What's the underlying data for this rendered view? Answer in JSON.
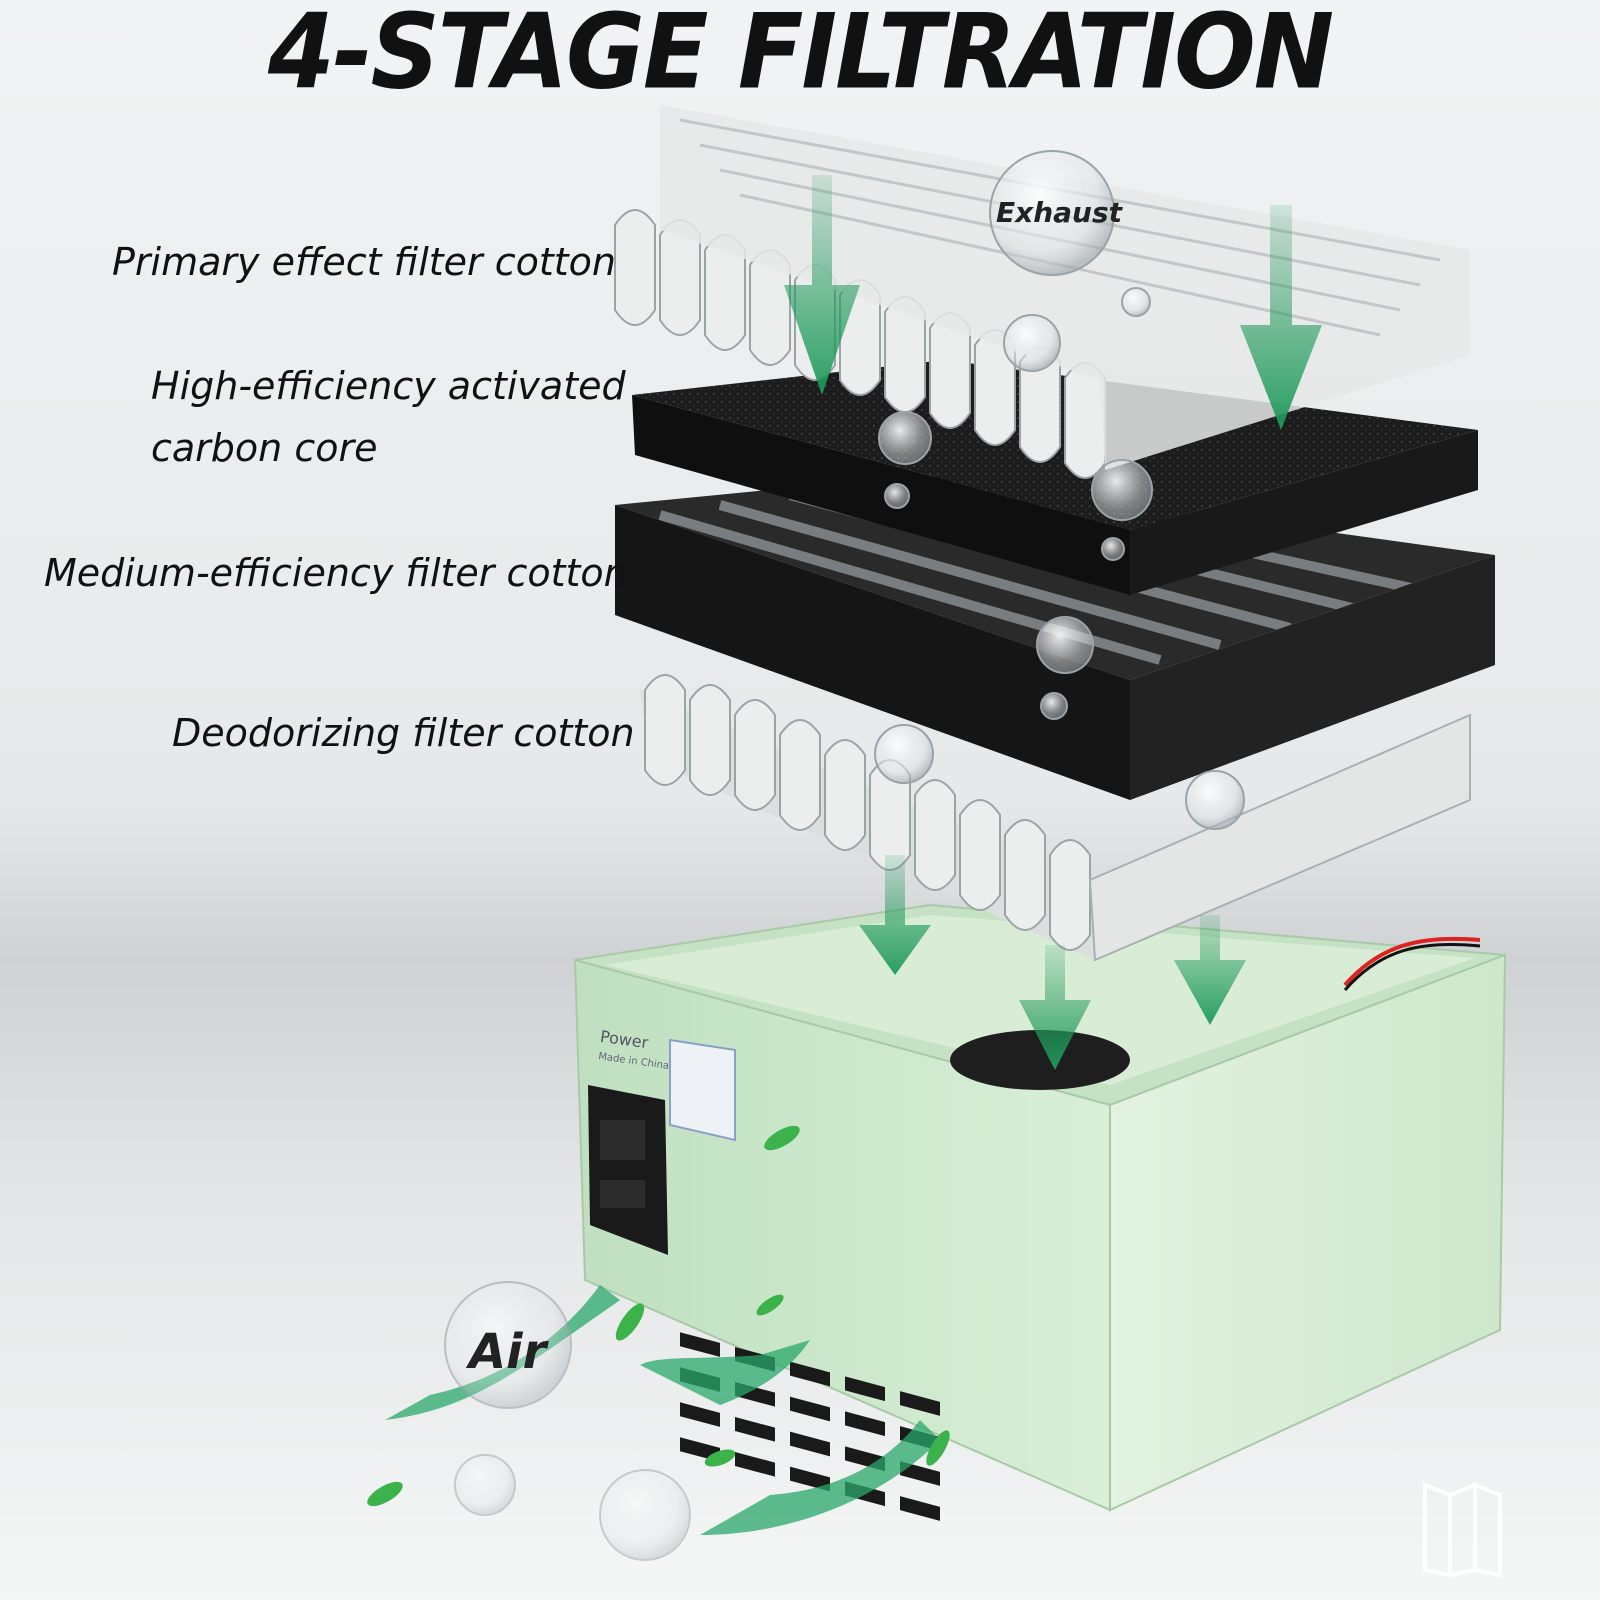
{
  "title": "4-STAGE FILTRATION",
  "labels": {
    "primary": "Primary effect filter cotton",
    "carbon_line1": "High-efficiency activated",
    "carbon_line2": "carbon core",
    "medium": "Medium-efficiency filter cotton",
    "deodorizing": "Deodorizing filter cotton"
  },
  "bubbles": {
    "exhaust": "Exhaust",
    "air": "Air"
  },
  "device": {
    "power_label": "Power",
    "made_in": "Made in China"
  },
  "colors": {
    "arrow_green": "#1f9a5a",
    "housing_green": "#cfe9cf",
    "filter_white": "#e6e8e8",
    "carbon_black": "#1a1a1a",
    "frame_black": "#141414"
  },
  "icons": [
    "down-arrow-icon",
    "bubble-icon",
    "leaf-icon",
    "watermark-logo-icon",
    "power-socket-icon"
  ]
}
